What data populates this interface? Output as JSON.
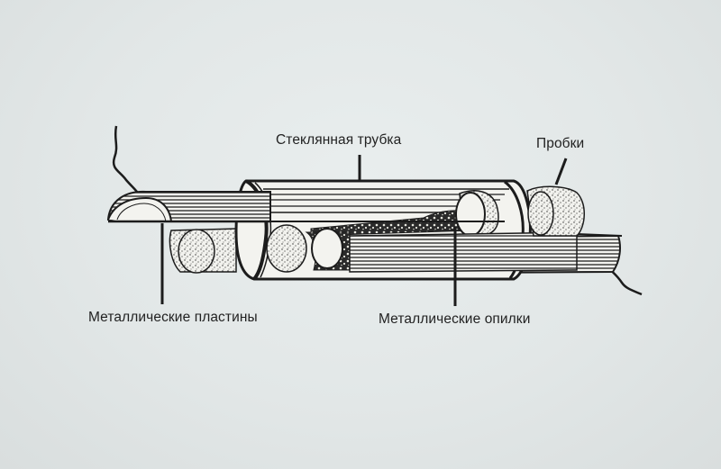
{
  "diagram": {
    "labels": {
      "glass_tube": "Стеклянная трубка",
      "plugs": "Пробки",
      "metal_plates": "Металлические пластины",
      "metal_filings": "Металлические опилки"
    },
    "colors": {
      "background": "#e3e8e8",
      "ink": "#1c1c1c"
    }
  }
}
